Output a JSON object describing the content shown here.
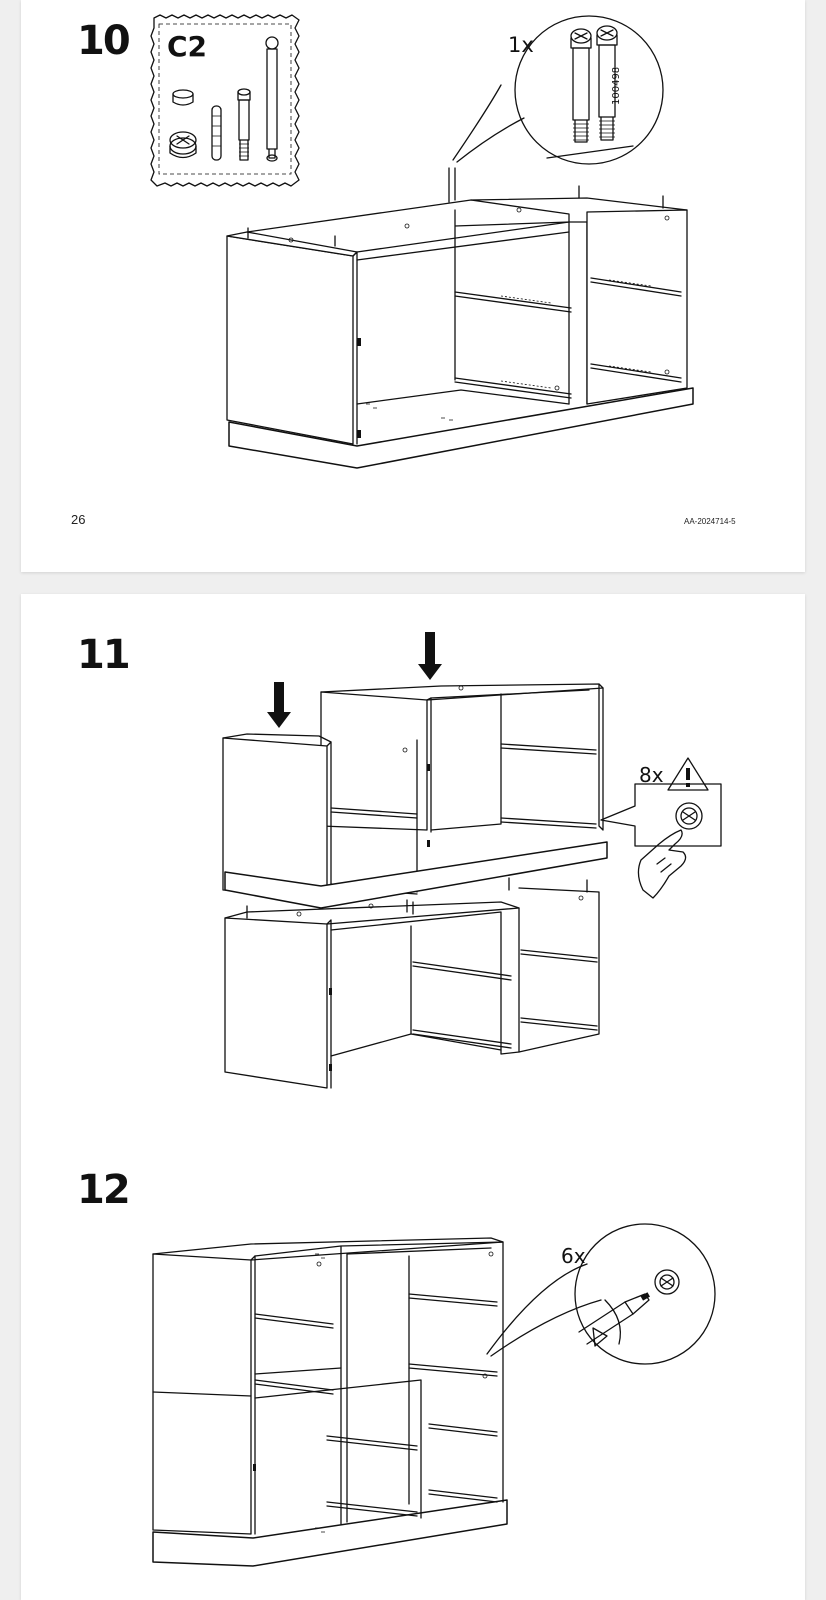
{
  "page1": {
    "step_number": "10",
    "parts_box": {
      "label": "C2"
    },
    "callout": {
      "quantity": "1x",
      "part_code": "100498"
    },
    "page_number": "26",
    "doc_code": "AA-2024714-5"
  },
  "page2": {
    "step11": {
      "step_number": "11",
      "callout": {
        "quantity": "8x"
      },
      "icons": [
        "push-arrow-icon",
        "warning-icon",
        "cam-lock-icon",
        "pointing-hand-icon"
      ]
    },
    "step12": {
      "step_number": "12",
      "callout": {
        "quantity": "6x"
      },
      "icons": [
        "screwdriver-icon",
        "rotate-arrow-icon",
        "cam-lock-icon"
      ]
    }
  }
}
